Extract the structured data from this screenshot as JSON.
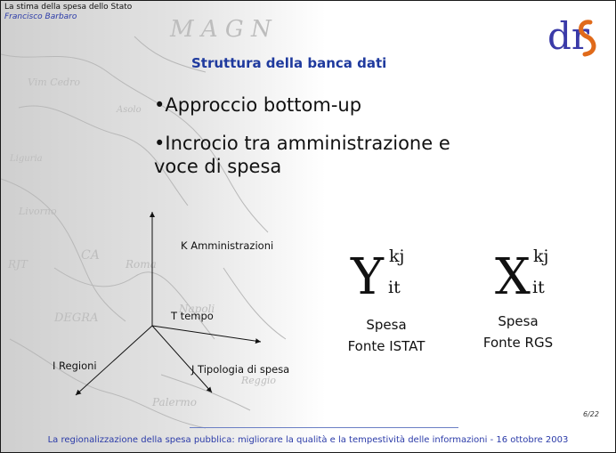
{
  "header": {
    "title": "La stima della spesa dello Stato",
    "author": "Francisco Barbaro"
  },
  "logo": {
    "text": "drs",
    "color": "#3a3aa8",
    "accent": "#e06a1a"
  },
  "slide": {
    "title": "Struttura della banca dati",
    "bullets": [
      "•Approccio bottom-up",
      "•Incrocio tra amministrazione e",
      "voce di spesa"
    ]
  },
  "axes": {
    "k_label": "K Amministrazioni",
    "t_label": "T tempo",
    "i_label": "I Regioni",
    "j_label": "J Tipologia di spesa"
  },
  "formulas": {
    "y": {
      "base": "Y",
      "sup": "kj",
      "sub": "it"
    },
    "x": {
      "base": "X",
      "sup": "kj",
      "sub": "it"
    }
  },
  "captions": {
    "istat_line1": "Spesa",
    "istat_line2": "Fonte ISTAT",
    "rgs_line1": "Spesa",
    "rgs_line2": "Fonte RGS"
  },
  "page": "6/22",
  "footer": "La regionalizzazione della spesa pubblica: migliorare la qualità e la tempestività delle informazioni - 16 ottobre 2003"
}
